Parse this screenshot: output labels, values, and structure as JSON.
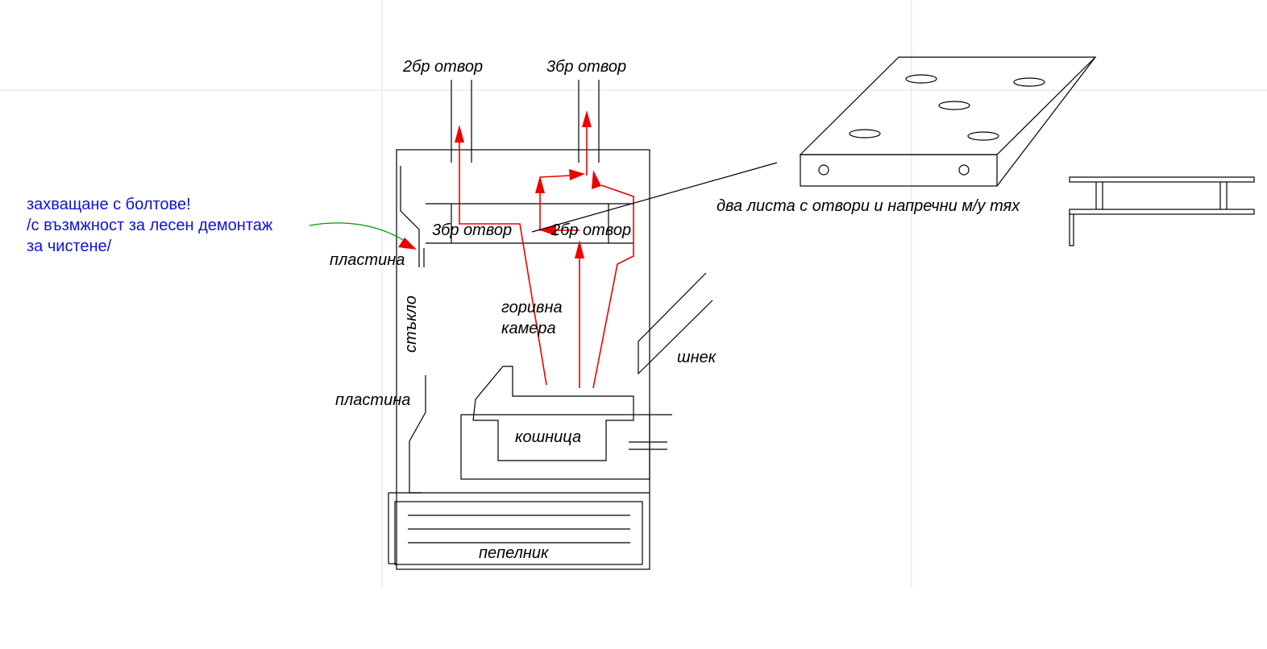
{
  "labels": {
    "outlet_left": "2бр отвор",
    "outlet_right": "3бр отвор",
    "baffle_left": "3бр отвор",
    "baffle_right": "2бр отвор",
    "plate_top": "пластина",
    "plate_bottom": "пластина",
    "glass": "стъкло",
    "combustion_chamber_line1": "горивна",
    "combustion_chamber_line2": "камера",
    "auger": "шнек",
    "basket": "кошница",
    "ash_pan": "пепелник",
    "two_sheets": "два листа с отвори и напречни м/у тях"
  },
  "note": {
    "line1": "захващане с болтове!",
    "line2": "/с възмжност за лесен демонтаж",
    "line3": "за чистене/"
  },
  "colors": {
    "flow": "#ee0000",
    "note_text": "#1010e0",
    "note_arrow": "#009900",
    "lines": "#000000"
  }
}
